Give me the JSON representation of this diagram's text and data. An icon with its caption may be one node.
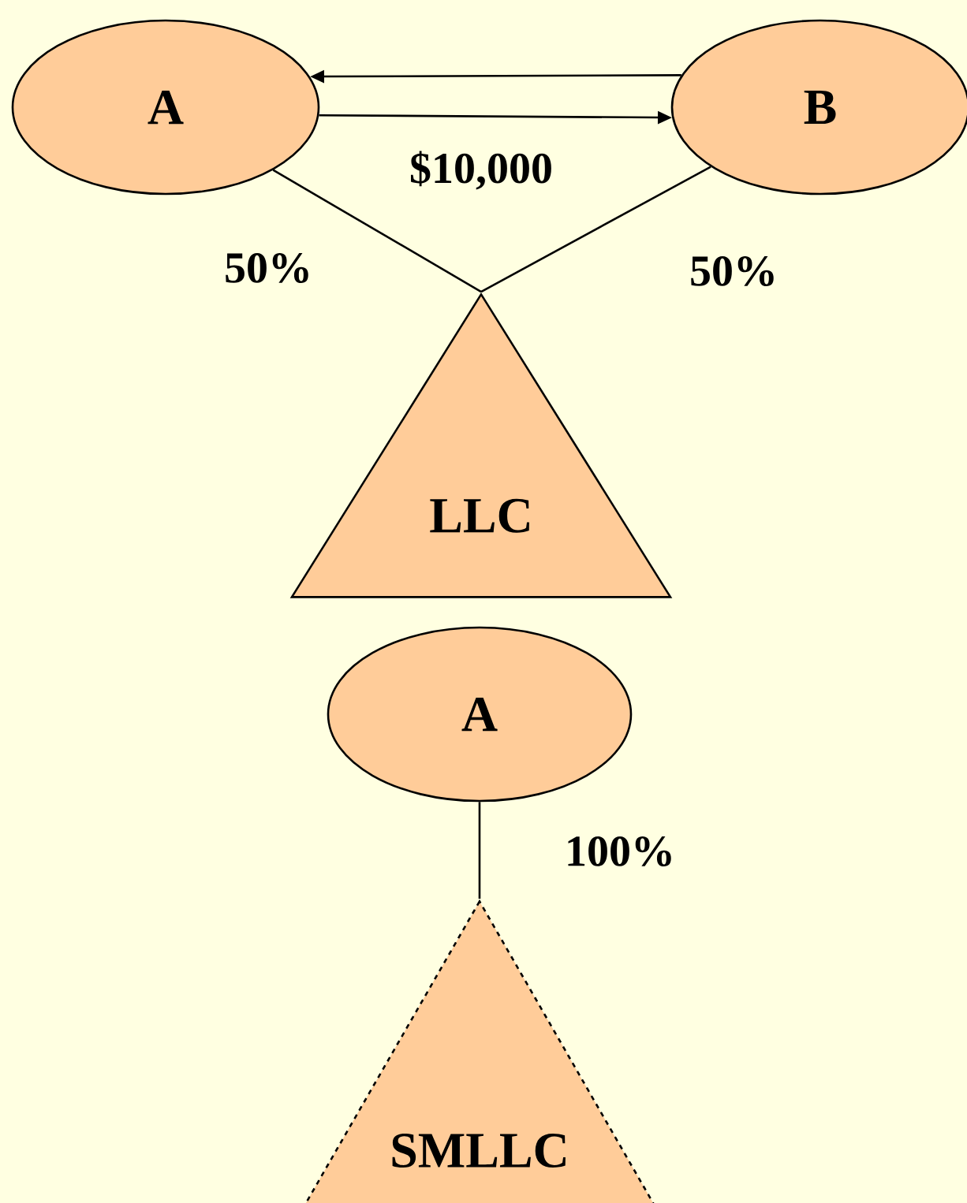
{
  "diagram": {
    "nodes": [
      {
        "text": [
          "A"
        ]
      },
      {
        "text": [
          "B"
        ]
      },
      {
        "text": [
          "LLC"
        ]
      },
      {
        "text": [
          "A"
        ]
      },
      {
        "text": [
          "SMLLC"
        ]
      }
    ],
    "edges": [
      {
        "from": 1,
        "to": 0,
        "arrow": "to"
      },
      {
        "from": 0,
        "to": 1,
        "arrow": "to",
        "label": "$10,000"
      },
      {
        "from": 0,
        "to": 2,
        "arrow": "none",
        "label": "50%"
      },
      {
        "from": 1,
        "to": 2,
        "arrow": "none",
        "label": "50%"
      },
      {
        "from": 3,
        "to": 4,
        "arrow": "none",
        "label": "100%"
      }
    ]
  }
}
